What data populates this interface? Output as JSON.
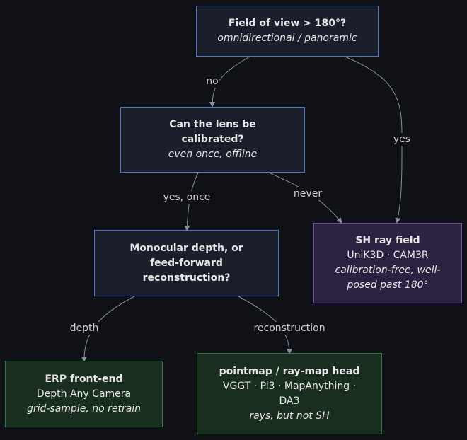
{
  "nodes": {
    "fov": {
      "title": "Field of view > 180°?",
      "sub": "omnidirectional / panoramic"
    },
    "calib": {
      "title": "Can the lens be calibrated?",
      "sub": "even once, offline"
    },
    "mono": {
      "title": "Monocular depth, or feed-forward reconstruction?"
    },
    "shray": {
      "title": "SH ray field",
      "models": "UniK3D · CAM3R",
      "sub": "calibration-free, well-posed past 180°"
    },
    "erp": {
      "title": "ERP front-end",
      "models": "Depth Any Camera",
      "sub": "grid-sample, no retrain"
    },
    "pointmap": {
      "title": "pointmap / ray-map head",
      "models": "VGGT · Pi3 · MapAnything · DA3",
      "sub": "rays, but not SH"
    }
  },
  "edges": {
    "no": "no",
    "yes": "yes",
    "yes_once": "yes, once",
    "never": "never",
    "depth": "depth",
    "reconstruction": "reconstruction"
  },
  "colors": {
    "background": "#0f1117",
    "decision_fill": "#1b1f2b",
    "decision_border": "#4f77c4",
    "sh_fill": "#2a2240",
    "sh_border": "#6c4cb0",
    "output_fill": "#1a2e20",
    "output_border": "#2f7a46",
    "edge": "#8a8f9a"
  }
}
